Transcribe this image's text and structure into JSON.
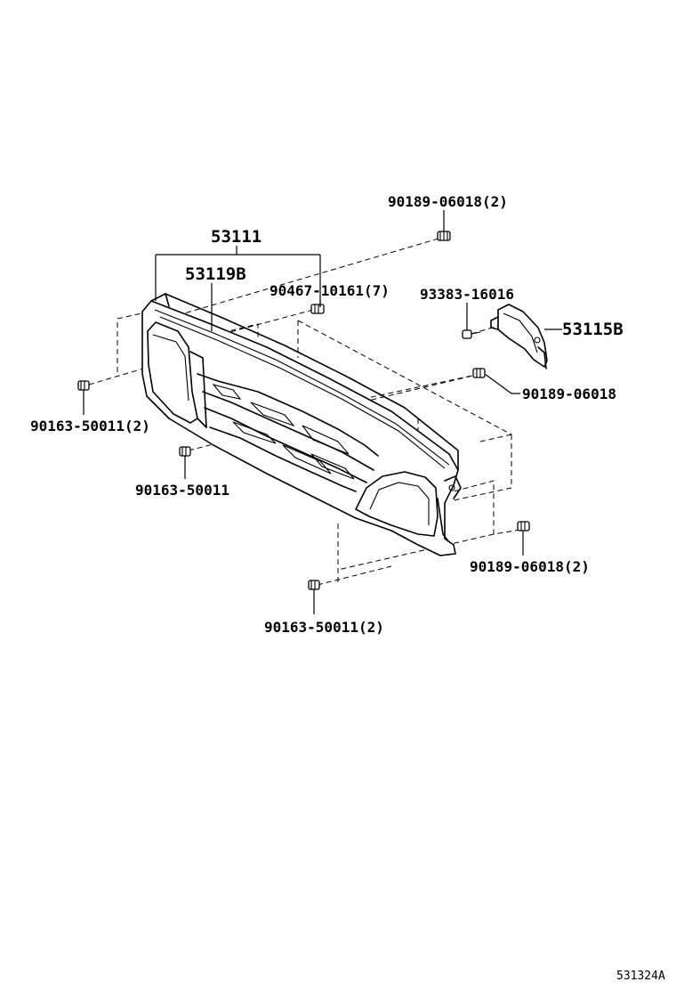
{
  "callouts": {
    "grille_assy": "53111",
    "emblem": "53119B",
    "bracket": "53115B",
    "clip_top_right": "90189-06018(2)",
    "clip_top_center": "90467-10161(7)",
    "screw_bracket": "93383-16016",
    "clip_mid_right": "90189-06018",
    "screw_left": "90163-50011(2)",
    "screw_center": "90163-50011",
    "clip_lower_right": "90189-06018(2)",
    "screw_bottom": "90163-50011(2)"
  },
  "reference_code": "531324A"
}
